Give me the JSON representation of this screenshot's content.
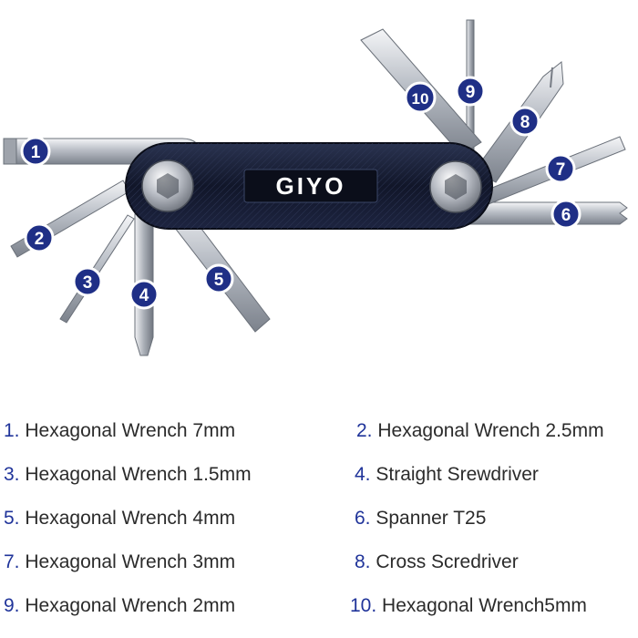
{
  "product": {
    "brand_logo_text": "GIYO"
  },
  "callouts": [
    "1",
    "2",
    "3",
    "4",
    "5",
    "6",
    "7",
    "8",
    "9",
    "10"
  ],
  "colors": {
    "callout_fill": "#1f2f86",
    "callout_stroke": "#ffffff",
    "number_text": "#20349a",
    "body": "#141a2e",
    "metal": "#c8ccd2"
  },
  "legend": {
    "items": [
      {
        "num": "1.",
        "label": "Hexagonal Wrench 7mm"
      },
      {
        "num": "2.",
        "label": "Hexagonal Wrench 2.5mm"
      },
      {
        "num": "3.",
        "label": "Hexagonal Wrench 1.5mm"
      },
      {
        "num": "4.",
        "label": "Straight Srewdriver"
      },
      {
        "num": "5.",
        "label": "Hexagonal Wrench 4mm"
      },
      {
        "num": "6.",
        "label": "Spanner T25"
      },
      {
        "num": "7.",
        "label": "Hexagonal Wrench 3mm"
      },
      {
        "num": "8.",
        "label": "Cross Scredriver"
      },
      {
        "num": "9.",
        "label": "Hexagonal Wrench 2mm"
      },
      {
        "num": "10.",
        "label": "Hexagonal Wrench5mm"
      }
    ]
  }
}
